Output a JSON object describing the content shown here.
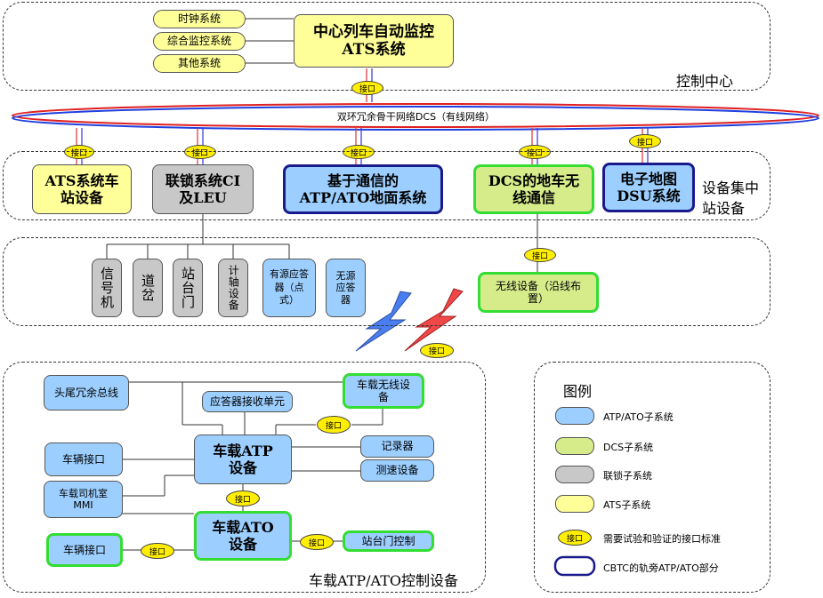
{
  "control_center": {
    "title": "控制中心",
    "ats_main": "中心列车自动监控ATS系统",
    "side_systems": [
      "时钟系统",
      "综合监控系统",
      "其他系统"
    ]
  },
  "network": {
    "label": "双环冗余骨干网络DCS（有线网络）"
  },
  "port_label": "接口",
  "station": {
    "title": "设备集中站设备",
    "systems": [
      {
        "id": "ats",
        "label": "ATS系统车站设备"
      },
      {
        "id": "ci",
        "label": "联锁系统CI及LEU"
      },
      {
        "id": "atp",
        "label": "基于通信的ATP/ATO地面系统"
      },
      {
        "id": "dcs",
        "label": "DCS的地车无线通信"
      },
      {
        "id": "dsu",
        "label": "电子地图DSU系统"
      }
    ]
  },
  "trackside": {
    "items": [
      "信号机",
      "道岔",
      "站台门",
      "计轴设备",
      "有源应答器（点式）",
      "无源应答器"
    ],
    "wireless": "无线设备（沿线布置）"
  },
  "onboard": {
    "title": "车载ATP/ATO控制设备",
    "items": {
      "bus": "头尾冗余总线",
      "balise_reader": "应答器接收单元",
      "wireless": "车载无线设备",
      "vehicle_if_1": "车辆接口",
      "atp": "车载ATP设备",
      "recorder": "记录器",
      "speed": "测速设备",
      "mmi": "车载司机室MMI",
      "ato": "车载ATO设备",
      "vehicle_if_2": "车辆接口",
      "psd_control": "站台门控制"
    }
  },
  "legend": {
    "title": "图例",
    "items": [
      {
        "kind": "blue",
        "label": "ATP/ATO子系统",
        "color": "#9ccfff"
      },
      {
        "kind": "green",
        "label": "DCS子系统",
        "color": "#d6eb8a"
      },
      {
        "kind": "gray",
        "label": "联锁子系统",
        "color": "#c8c8c8"
      },
      {
        "kind": "yellow",
        "label": "ATS子系统",
        "color": "#ffff99"
      },
      {
        "kind": "port",
        "label": "需要试验和验证的接口标准",
        "color": "#ffee00"
      },
      {
        "kind": "outline",
        "label": "CBTC的轨旁ATP/ATO部分",
        "color": "#1a1a8c"
      }
    ]
  }
}
